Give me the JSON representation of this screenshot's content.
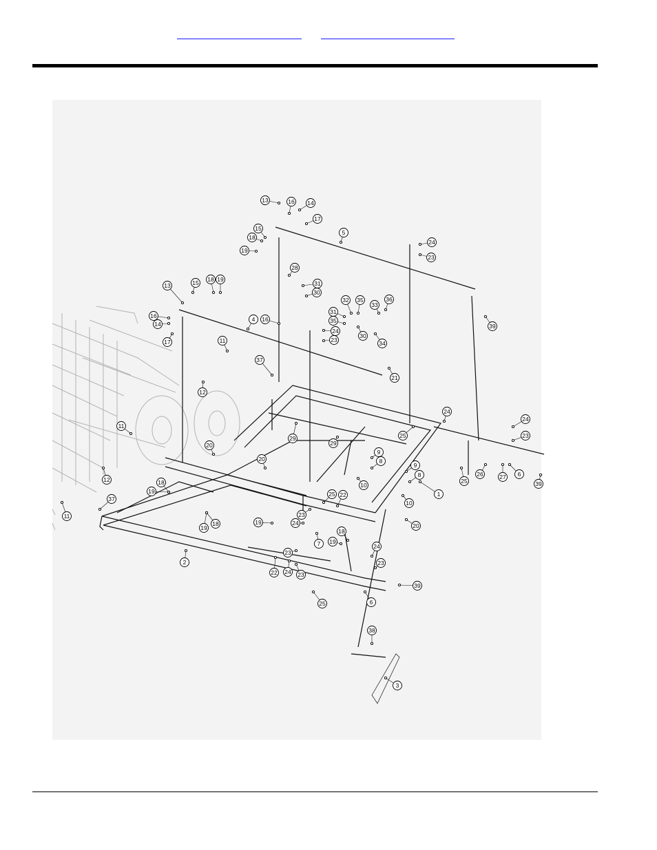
{
  "header": {
    "links": [
      {
        "label": ""
      },
      {
        "label": ""
      }
    ]
  },
  "diagram": {
    "callouts": [
      {
        "n": "1"
      },
      {
        "n": "2"
      },
      {
        "n": "3"
      },
      {
        "n": "4"
      },
      {
        "n": "5"
      },
      {
        "n": "6"
      },
      {
        "n": "6"
      },
      {
        "n": "7"
      },
      {
        "n": "8"
      },
      {
        "n": "8"
      },
      {
        "n": "9"
      },
      {
        "n": "9"
      },
      {
        "n": "10"
      },
      {
        "n": "10"
      },
      {
        "n": "11"
      },
      {
        "n": "11"
      },
      {
        "n": "11"
      },
      {
        "n": "12"
      },
      {
        "n": "12"
      },
      {
        "n": "13"
      },
      {
        "n": "13"
      },
      {
        "n": "14"
      },
      {
        "n": "14"
      },
      {
        "n": "15"
      },
      {
        "n": "15"
      },
      {
        "n": "16"
      },
      {
        "n": "16"
      },
      {
        "n": "16"
      },
      {
        "n": "17"
      },
      {
        "n": "17"
      },
      {
        "n": "18"
      },
      {
        "n": "18"
      },
      {
        "n": "18"
      },
      {
        "n": "18"
      },
      {
        "n": "18"
      },
      {
        "n": "19"
      },
      {
        "n": "19"
      },
      {
        "n": "19"
      },
      {
        "n": "19"
      },
      {
        "n": "19"
      },
      {
        "n": "19"
      },
      {
        "n": "20"
      },
      {
        "n": "20"
      },
      {
        "n": "20"
      },
      {
        "n": "21"
      },
      {
        "n": "22"
      },
      {
        "n": "22"
      },
      {
        "n": "23"
      },
      {
        "n": "23"
      },
      {
        "n": "23"
      },
      {
        "n": "23"
      },
      {
        "n": "23"
      },
      {
        "n": "23"
      },
      {
        "n": "23"
      },
      {
        "n": "24"
      },
      {
        "n": "24"
      },
      {
        "n": "24"
      },
      {
        "n": "24"
      },
      {
        "n": "24"
      },
      {
        "n": "24"
      },
      {
        "n": "24"
      },
      {
        "n": "25"
      },
      {
        "n": "25"
      },
      {
        "n": "25"
      },
      {
        "n": "25"
      },
      {
        "n": "26"
      },
      {
        "n": "27"
      },
      {
        "n": "28"
      },
      {
        "n": "29"
      },
      {
        "n": "29"
      },
      {
        "n": "30"
      },
      {
        "n": "30"
      },
      {
        "n": "31"
      },
      {
        "n": "31"
      },
      {
        "n": "32"
      },
      {
        "n": "33"
      },
      {
        "n": "34"
      },
      {
        "n": "35"
      },
      {
        "n": "35"
      },
      {
        "n": "36"
      },
      {
        "n": "37"
      },
      {
        "n": "37"
      },
      {
        "n": "38"
      },
      {
        "n": "39"
      },
      {
        "n": "39"
      },
      {
        "n": "39"
      }
    ]
  }
}
